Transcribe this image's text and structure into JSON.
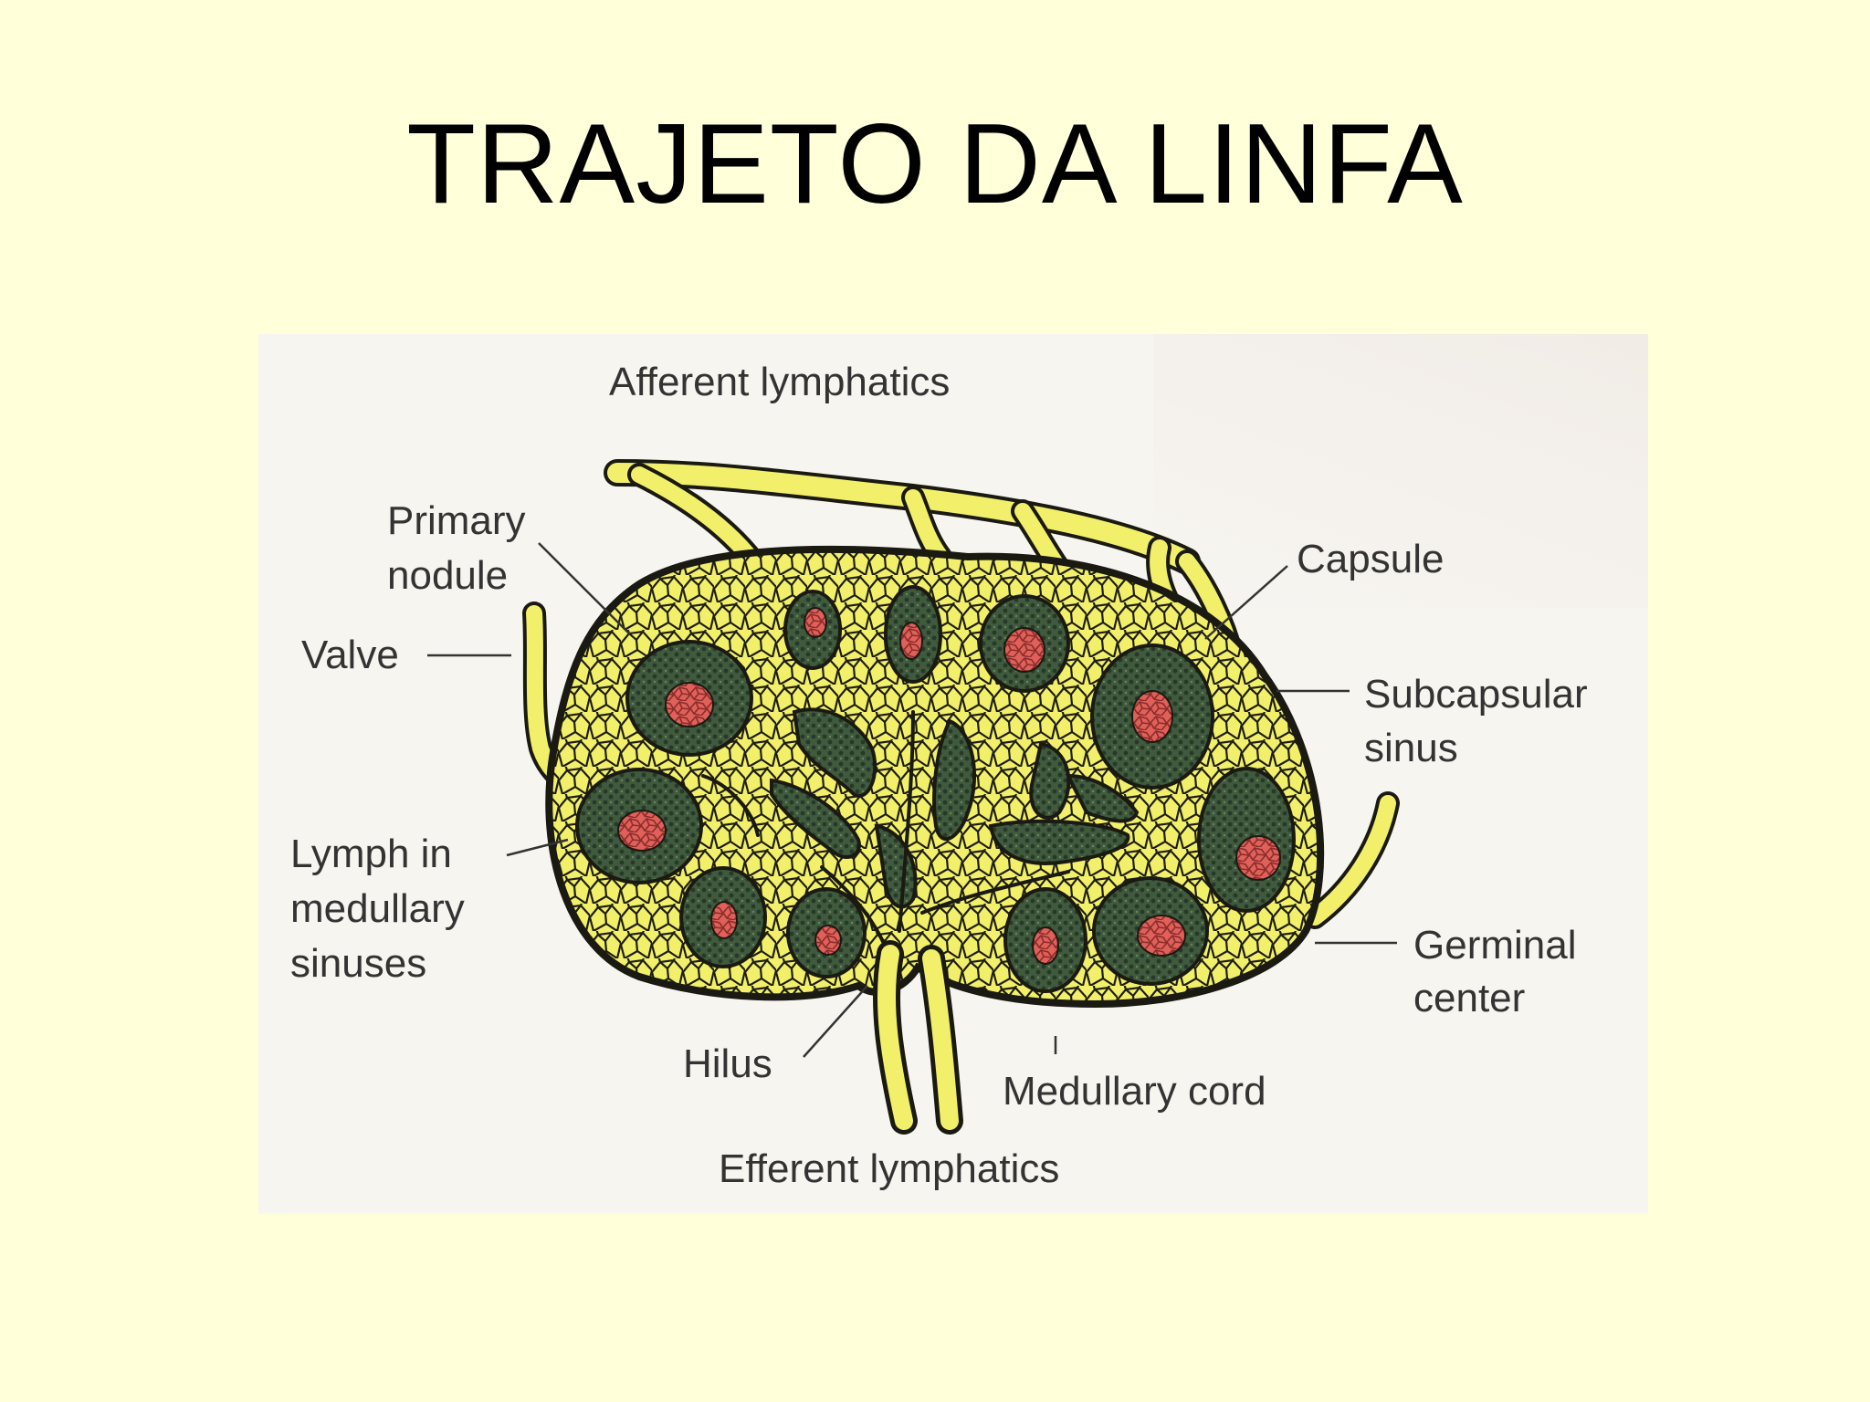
{
  "slide": {
    "title": "TRAJETO DA LINFA",
    "background_color": "#ffffd9"
  },
  "diagram": {
    "labels": {
      "afferent_lymphatics": "Afferent lymphatics",
      "primary_nodule_line1": "Primary",
      "primary_nodule_line2": "nodule",
      "valve": "Valve",
      "lymph_line1": "Lymph in",
      "lymph_line2": "medullary",
      "lymph_line3": "sinuses",
      "hilus": "Hilus",
      "efferent_lymphatics": "Efferent lymphatics",
      "medullary_cord": "Medullary cord",
      "capsule": "Capsule",
      "subcapsular_line1": "Subcapsular",
      "subcapsular_line2": "sinus",
      "germinal_line1": "Germinal",
      "germinal_line2": "center"
    },
    "colors": {
      "sinus_yellow": "#f2f06a",
      "nodule_dark_green": "#3f5a3c",
      "germinal_red": "#e0605a",
      "outline": "#1a1a12",
      "label_text": "#333333",
      "panel_background": "#f7f5f0"
    }
  }
}
